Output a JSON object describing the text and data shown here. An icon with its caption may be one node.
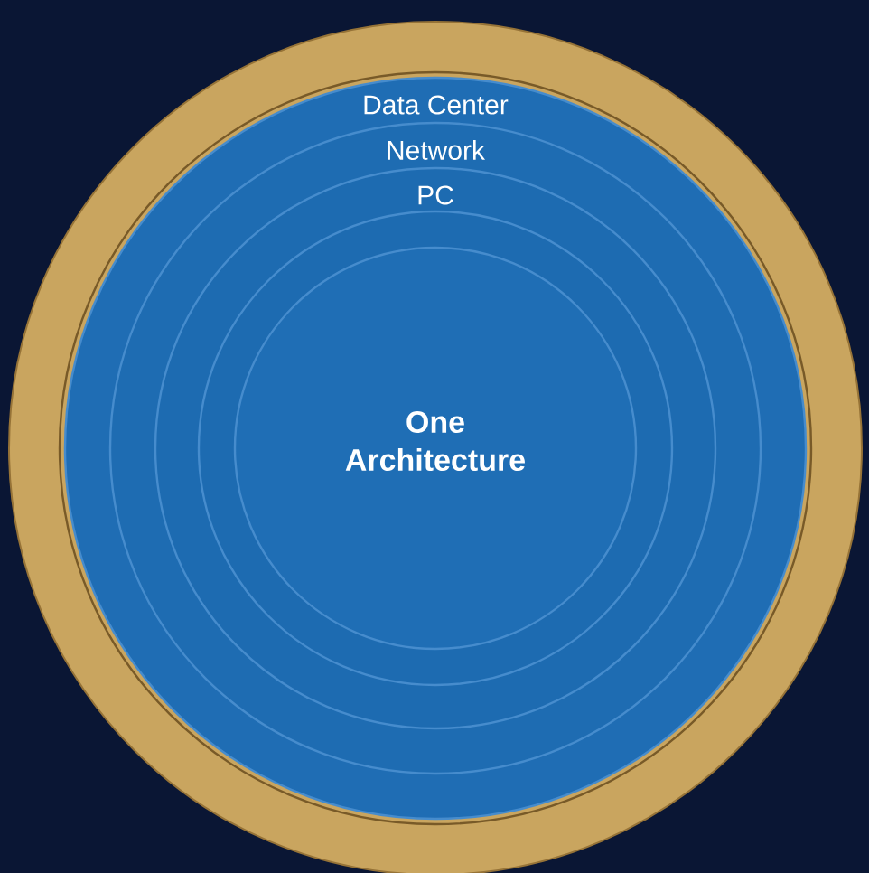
{
  "diagram": {
    "nodes": [
      {
        "text": [
          "Data Center"
        ]
      },
      {
        "text": [
          "Network"
        ],
        "in": 0
      },
      {
        "text": [
          "PC"
        ],
        "in": 1
      },
      {
        "text": [
          "One Architecture"
        ],
        "in": 2
      }
    ]
  }
}
